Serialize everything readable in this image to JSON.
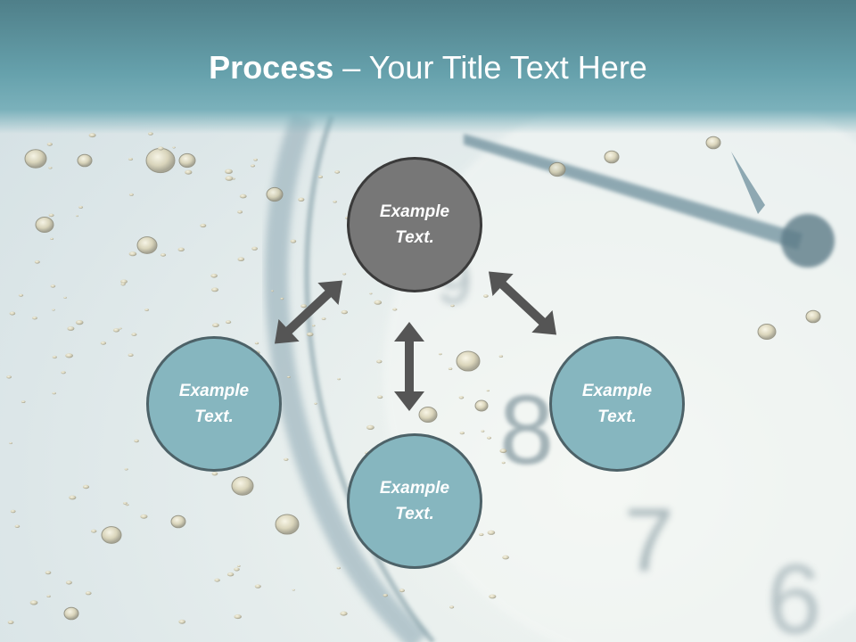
{
  "title": {
    "bold": "Process",
    "rest": " – Your Title Text Here"
  },
  "nodes": {
    "top": "Example Text.",
    "left": "Example Text.",
    "right": "Example Text.",
    "bottom": "Example Text."
  },
  "colors": {
    "title_bar": "#66a1ac",
    "node_teal": "#86b6bf",
    "node_gray": "#777777",
    "arrow": "#555555",
    "node_border": "#4d6268"
  }
}
